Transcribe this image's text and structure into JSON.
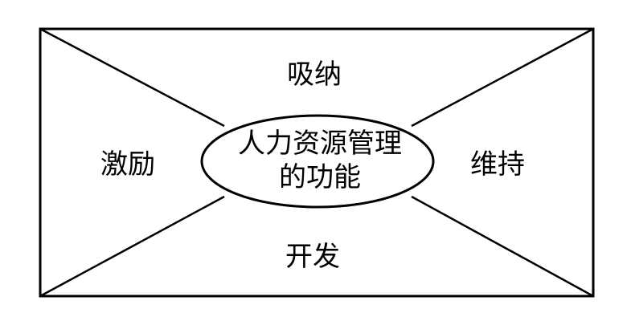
{
  "diagram": {
    "top": "吸纳",
    "left": "激励",
    "right": "维持",
    "bottom": "开发",
    "center_line1": "人力资源管理",
    "center_line2": "的功能",
    "stroke_color": "#000000"
  }
}
